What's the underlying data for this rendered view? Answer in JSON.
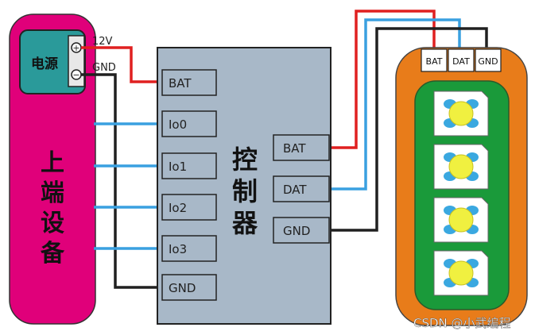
{
  "upper_device": {
    "label": [
      "上",
      "端",
      "设",
      "备"
    ],
    "power_label": "电源",
    "vplus": "12V",
    "vgnd": "GND"
  },
  "controller": {
    "title": [
      "控",
      "制",
      "器"
    ],
    "left_ports": [
      "BAT",
      "Io0",
      "Io1",
      "Io2",
      "Io3",
      "GND"
    ],
    "right_ports": [
      "BAT",
      "DAT",
      "GND"
    ]
  },
  "led_strip": {
    "ports": [
      "BAT",
      "DAT",
      "GND"
    ],
    "led_count": 4
  },
  "watermark": "CSDN @小武编程",
  "colors": {
    "upper_device": "#e0007a",
    "power_box": "#2a9a9a",
    "controller": "#a8b8c8",
    "strip_outer": "#e87c1a",
    "strip_inner": "#1a9a3a",
    "wire_red": "#e02020",
    "wire_blue": "#3aa0e0",
    "wire_black": "#202020",
    "led_yellow": "#f0f040"
  }
}
